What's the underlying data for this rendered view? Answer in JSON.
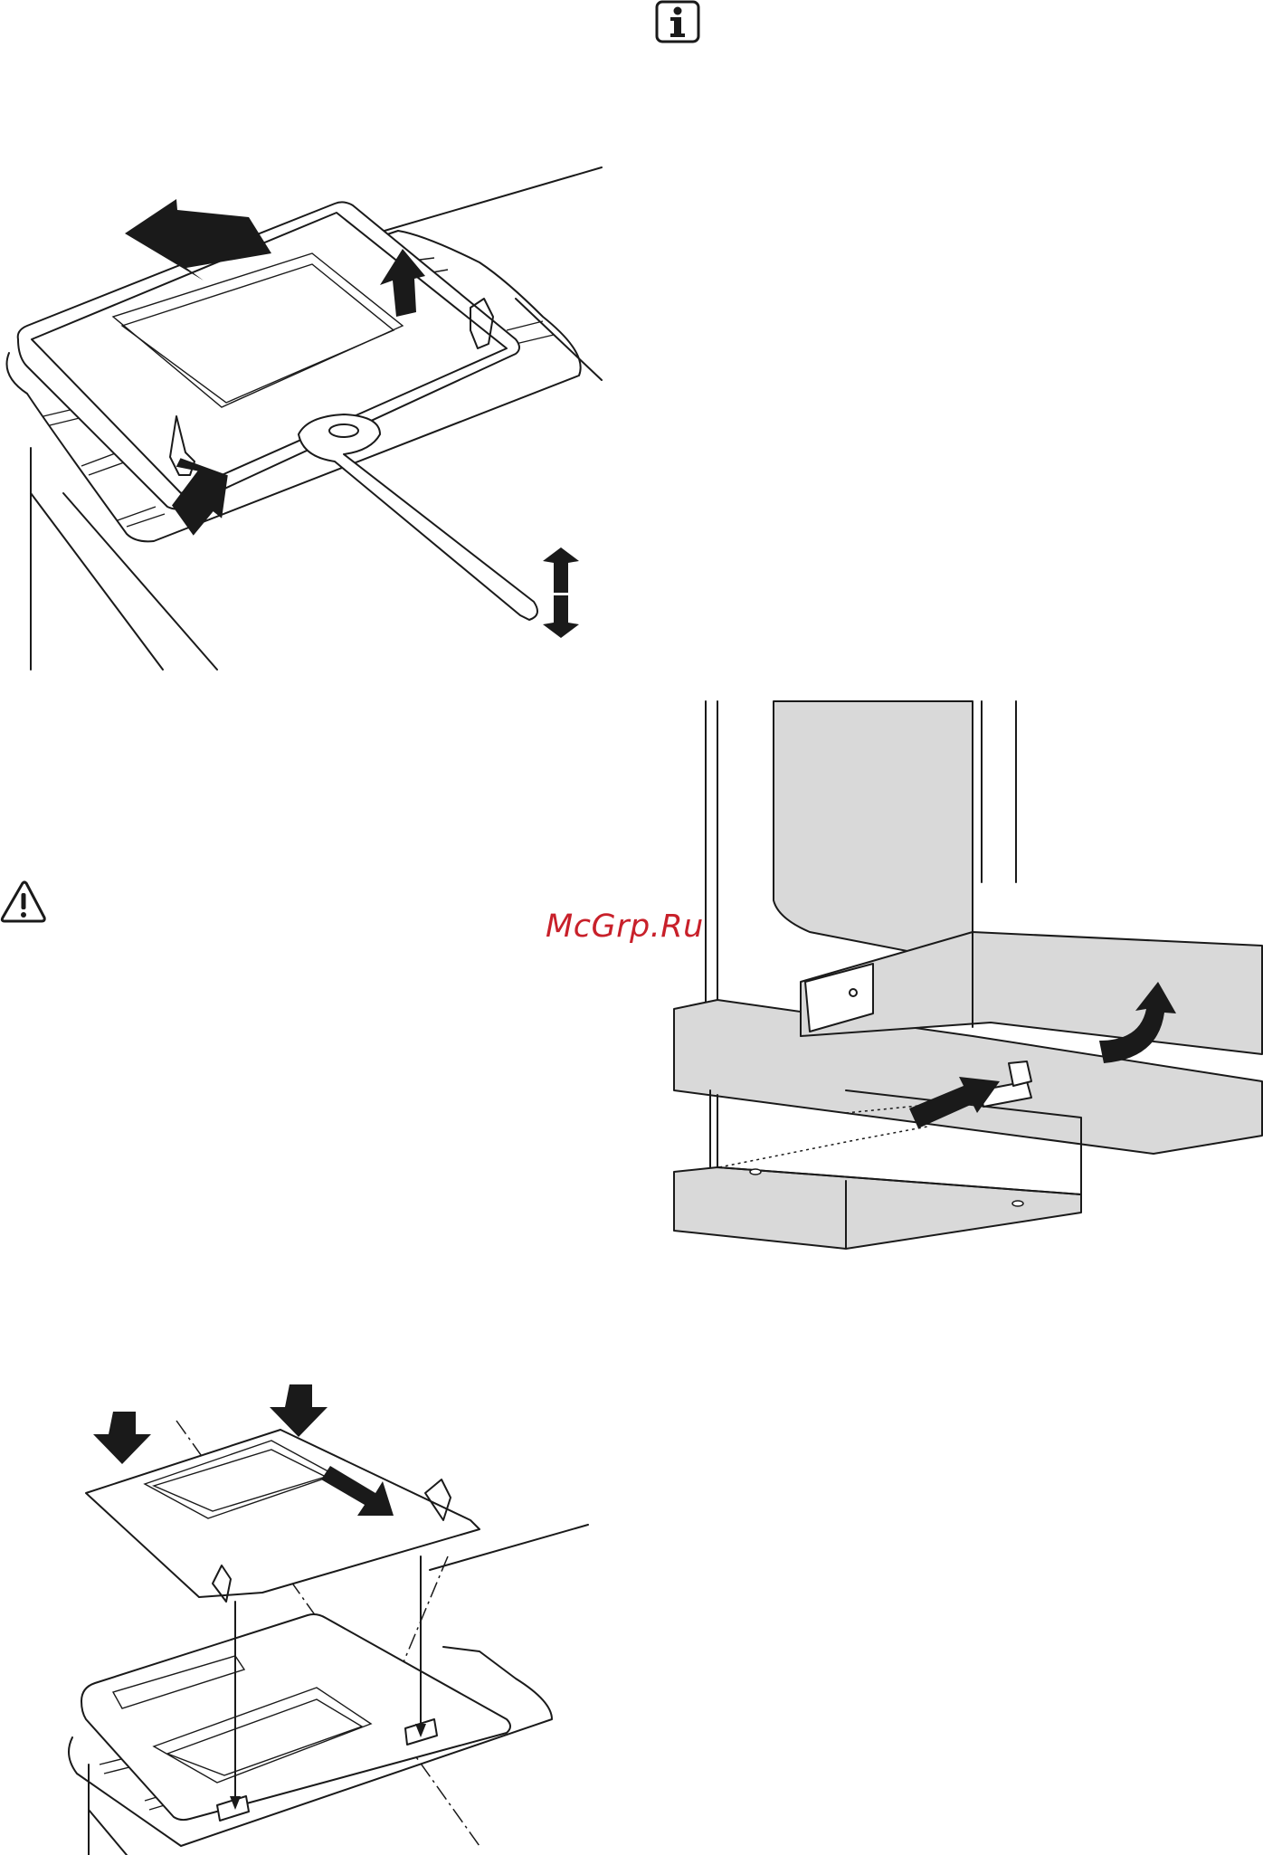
{
  "page": {
    "watermark": "McGrp.Ru",
    "info_icon": "info-icon",
    "warning_icon": "warning-triangle-icon"
  },
  "figures": [
    {
      "name": "door-removal-illustration",
      "description_icon": "arrow-up-icon"
    },
    {
      "name": "door-seal-cover-illustration",
      "description_icon": "arrow-curved-icon"
    },
    {
      "name": "door-glass-refit-illustration",
      "description_icon": "arrow-down-icon"
    }
  ],
  "colors": {
    "ink": "#1a1a1a",
    "panel_grey": "#d9d9d9",
    "watermark_red": "#c8202a"
  }
}
